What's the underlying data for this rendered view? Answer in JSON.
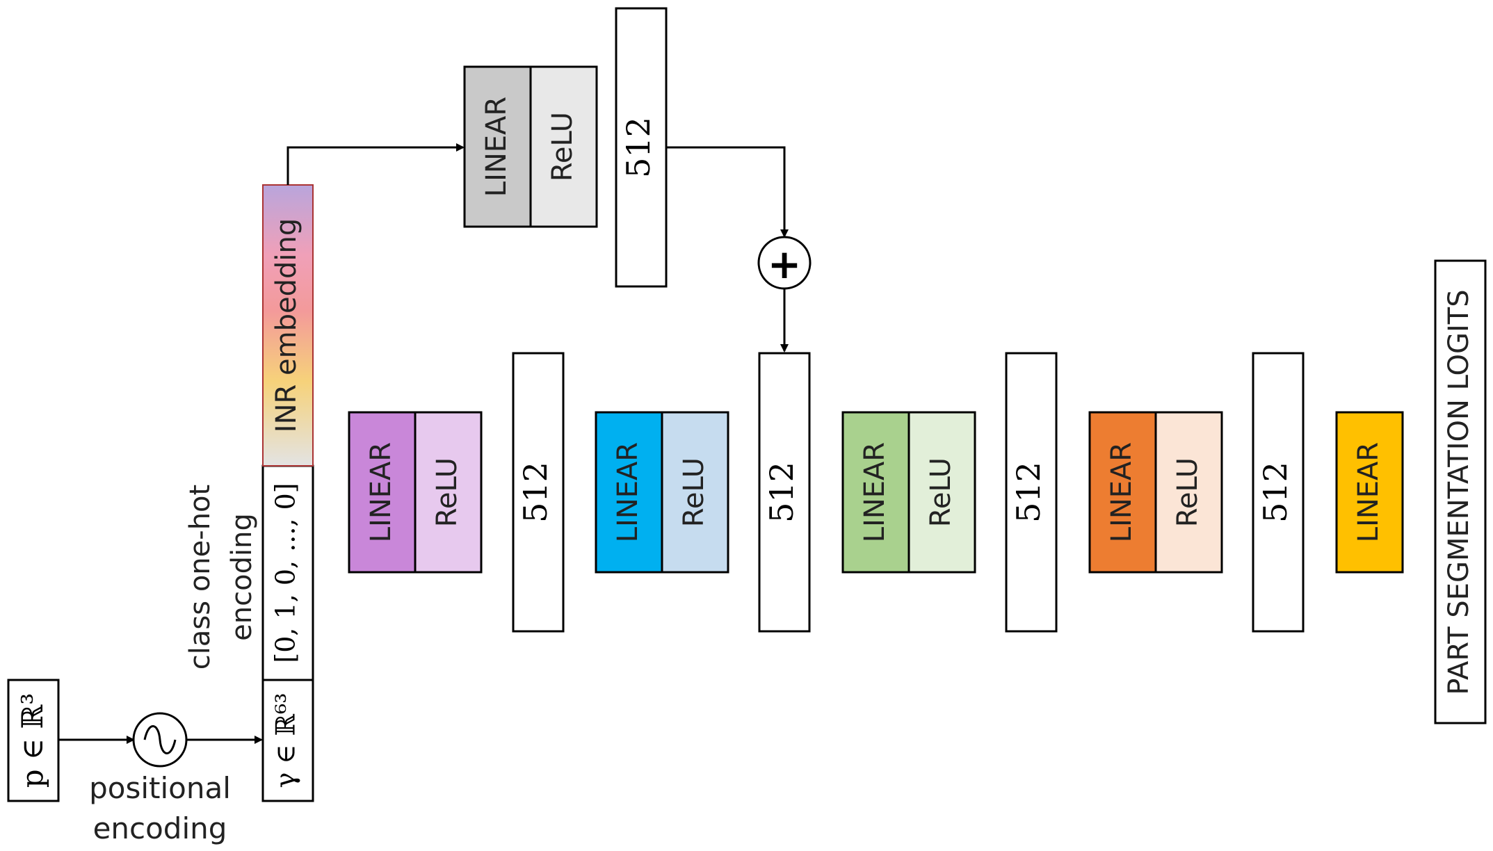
{
  "input": {
    "point_label": "p ∈ ℝ³",
    "pe_caption_line1": "positional",
    "pe_caption_line2": "encoding"
  },
  "encoding": {
    "gamma_label": "γ ∈ ℝ⁶³",
    "onehot_value": "[0, 1, 0, ..., 0]",
    "onehot_caption_line1": "class one-hot",
    "onehot_caption_line2": "encoding",
    "inr_label": "INR embedding"
  },
  "skip_branch": {
    "linear_label": "LINEAR",
    "relu_label": "ReLU",
    "width_label": "512",
    "linear_color": "#c9c9c9",
    "relu_color": "#e8e8e8"
  },
  "sum_node": {
    "symbol": "+"
  },
  "main_blocks": [
    {
      "linear_label": "LINEAR",
      "relu_label": "ReLU",
      "linear_color": "#c987d9",
      "relu_color": "#e7c9ee"
    },
    {
      "linear_label": "LINEAR",
      "relu_label": "ReLU",
      "linear_color": "#00b0f0",
      "relu_color": "#c6dcef"
    },
    {
      "linear_label": "LINEAR",
      "relu_label": "ReLU",
      "linear_color": "#a9d18e",
      "relu_color": "#e2efd9"
    },
    {
      "linear_label": "LINEAR",
      "relu_label": "ReLU",
      "linear_color": "#ed7d31",
      "relu_color": "#fbe5d6"
    }
  ],
  "widths": [
    "512",
    "512",
    "512",
    "512"
  ],
  "final_linear": {
    "label": "LINEAR",
    "color": "#ffc000"
  },
  "output": {
    "label": "PART SEGMENTATION LOGITS"
  },
  "colors": {
    "stroke": "#000000",
    "inr_gradient": [
      "#b9a5dc",
      "#f39a9a",
      "#f6d27a",
      "#e3e3e3"
    ]
  }
}
